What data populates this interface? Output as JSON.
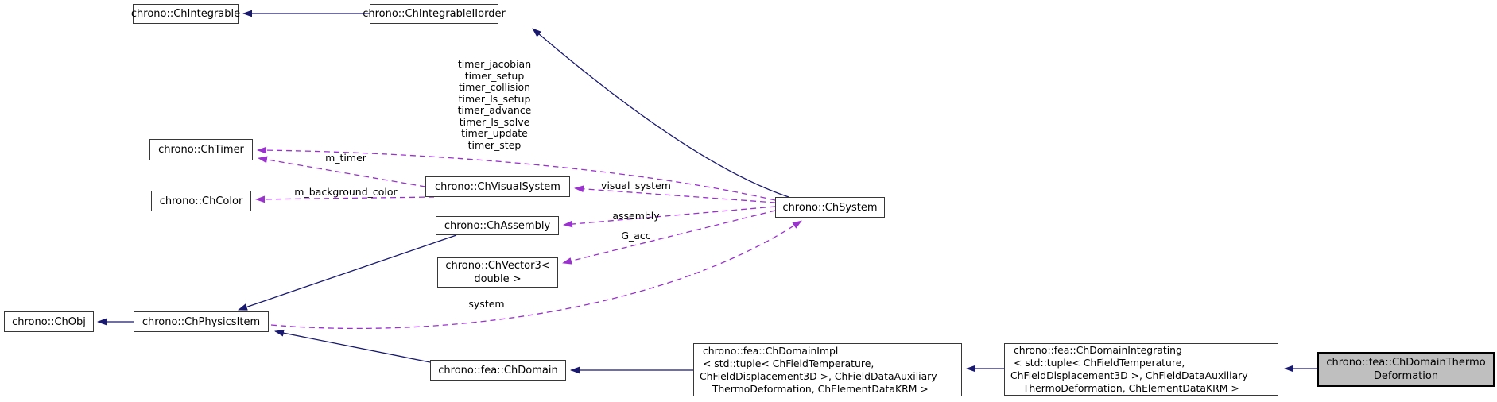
{
  "diagram": {
    "nodes": {
      "ch_integrable": {
        "label": "chrono::ChIntegrable"
      },
      "ch_integrable_iiorder": {
        "label": "chrono::ChIntegrableIIorder"
      },
      "ch_timer": {
        "label": "chrono::ChTimer"
      },
      "ch_color": {
        "label": "chrono::ChColor"
      },
      "ch_visual_system": {
        "label": "chrono::ChVisualSystem"
      },
      "ch_assembly": {
        "label": "chrono::ChAssembly"
      },
      "ch_vector3": {
        "label": "chrono::ChVector3<\ndouble >"
      },
      "ch_system": {
        "label": "chrono::ChSystem"
      },
      "ch_obj": {
        "label": "chrono::ChObj"
      },
      "ch_physics_item": {
        "label": "chrono::ChPhysicsItem"
      },
      "ch_domain": {
        "label": "chrono::fea::ChDomain"
      },
      "ch_domain_impl": {
        "label": " chrono::fea::ChDomainImpl\n < std::tuple< ChFieldTemperature,\nChFieldDisplacement3D >, ChFieldDataAuxiliary\n    ThermoDeformation, ChElementDataKRM >"
      },
      "ch_domain_integrating": {
        "label": " chrono::fea::ChDomainIntegrating\n < std::tuple< ChFieldTemperature,\nChFieldDisplacement3D >, ChFieldDataAuxiliary\n    ThermoDeformation, ChElementDataKRM >"
      },
      "ch_domain_thermo": {
        "label": "chrono::fea::ChDomainThermo\nDeformation"
      }
    },
    "edge_labels": {
      "timers": "timer_jacobian\ntimer_setup\ntimer_collision\ntimer_ls_setup\ntimer_advance\ntimer_ls_solve\ntimer_update\ntimer_step",
      "m_timer": "m_timer",
      "m_background_color": "m_background_color",
      "visual_system": "visual_system",
      "assembly": "assembly",
      "g_acc": "G_acc",
      "system": "system"
    },
    "colors": {
      "inheritance_edge": "#191970",
      "member_edge": "#9a32cd",
      "highlight_fill": "#bfbfbf",
      "node_border": "#373737"
    }
  }
}
